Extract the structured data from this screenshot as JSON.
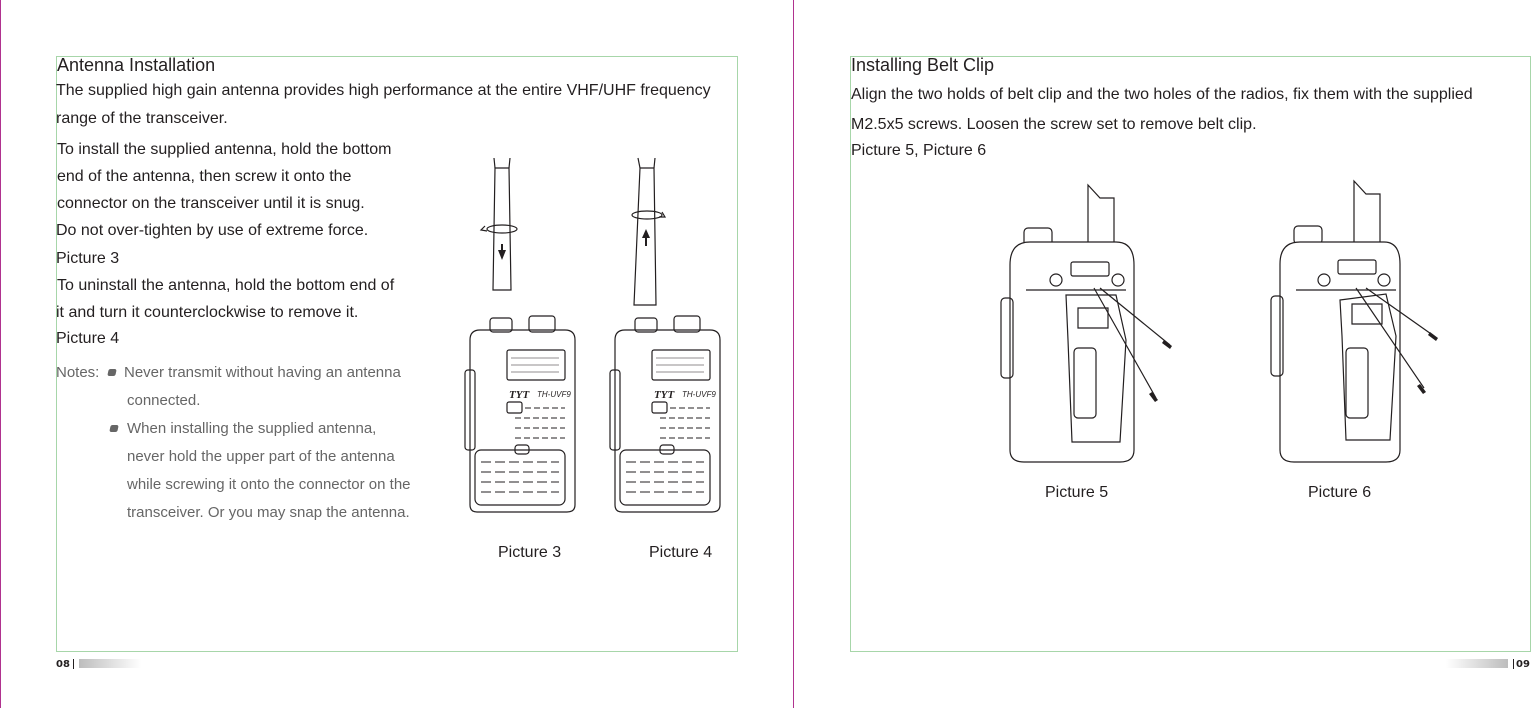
{
  "left_page": {
    "title": "Antenna Installation",
    "intro_1": "The supplied high gain antenna provides high performance  at the entire VHF/UHF frequency",
    "intro_2": "range of the transceiver.",
    "steps": [
      "To install the supplied antenna, hold the bottom",
      "end of the antenna, then screw it onto the",
      "connector on the transceiver until it is snug.",
      "Do not over-tighten by use of extreme force.",
      "Picture 3",
      "To uninstall the antenna, hold the bottom end of",
      "it and turn it counterclockwise to remove it.",
      "Picture 4"
    ],
    "notes_label": "Notes:",
    "note_1": [
      "Never transmit without having an antenna",
      "connected."
    ],
    "note_2": [
      "When installing the supplied antenna,",
      "never hold the upper part of the antenna",
      "while screwing it onto the connector on the",
      "transceiver. Or you may snap the antenna."
    ],
    "caption_a": "Picture 3",
    "caption_b": "Picture 4",
    "radio_brand": "TYT",
    "radio_model": "TH-UVF9",
    "page_number": "08"
  },
  "right_page": {
    "title": "Installing Belt Clip",
    "body_1": "Align the two holds of belt clip and the two holes of the radios, fix them with the supplied",
    "body_2": "M2.5x5 screws. Loosen the screw set to remove belt clip.",
    "ref": "Picture 5, Picture 6",
    "caption_a": "Picture 5",
    "caption_b": "Picture 6",
    "page_number": "09"
  },
  "colors": {
    "frame": "#a7d6a9",
    "edge": "#b0328f",
    "text": "#231f20",
    "note_text": "#666666"
  }
}
